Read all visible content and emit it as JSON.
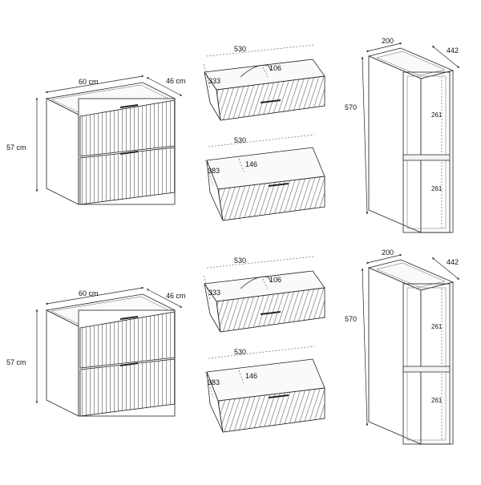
{
  "cabinet": {
    "width": "60 cm",
    "depth": "46 cm",
    "height": "57 cm"
  },
  "top_drawer": {
    "width": "530",
    "side": "333",
    "cutout": "106"
  },
  "bottom_drawer": {
    "width": "530",
    "side": "383",
    "inner": "146"
  },
  "column": {
    "width": "200",
    "depth": "442",
    "height": "570",
    "shelf_upper": "261",
    "shelf_lower": "261"
  }
}
